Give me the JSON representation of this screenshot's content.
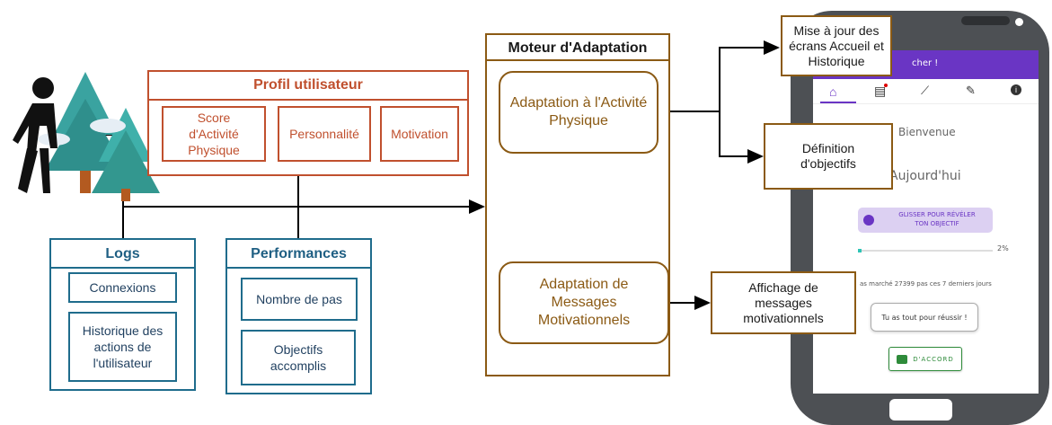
{
  "profile": {
    "title": "Profil utilisateur",
    "items": [
      "Score d'Activité Physique",
      "Personnalité",
      "Motivation"
    ]
  },
  "logs": {
    "title": "Logs",
    "items": [
      "Connexions",
      "Historique des actions de l'utilisateur"
    ]
  },
  "performances": {
    "title": "Performances",
    "items": [
      "Nombre de pas",
      "Objectifs accomplis"
    ]
  },
  "engine": {
    "title": "Moteur d'Adaptation",
    "items": [
      "Adaptation à l'Activité Physique",
      "Adaptation de Messages Motivationnels"
    ]
  },
  "callouts": {
    "update": "Mise à jour des écrans Accueil et Historique",
    "objectives": "Définition d'objectifs",
    "messages": "Affichage de messages motivationnels"
  },
  "phone": {
    "header_text": "cher !",
    "welcome": "Bienvenue",
    "today": "Aujourd'hui",
    "slider_label_1": "GLISSER POUR RÉVÉLER",
    "slider_label_2": "TON OBJECTIF",
    "progress_text": "2%",
    "progress_value": 0.02,
    "steps_text": "as marché 27399 pas ces 7 derniers jours",
    "message": "Tu as tout pour réussir !",
    "ok_button": "D'ACCORD",
    "icons": [
      "home-icon",
      "chat-icon",
      "trend-icon",
      "edit-icon",
      "info-icon"
    ]
  },
  "colors": {
    "profile": "#c0502e",
    "logs": "#1f6c8c",
    "engine": "#8b5a14",
    "phone_header": "#6a35c4",
    "progress": "#2ec4b6"
  }
}
